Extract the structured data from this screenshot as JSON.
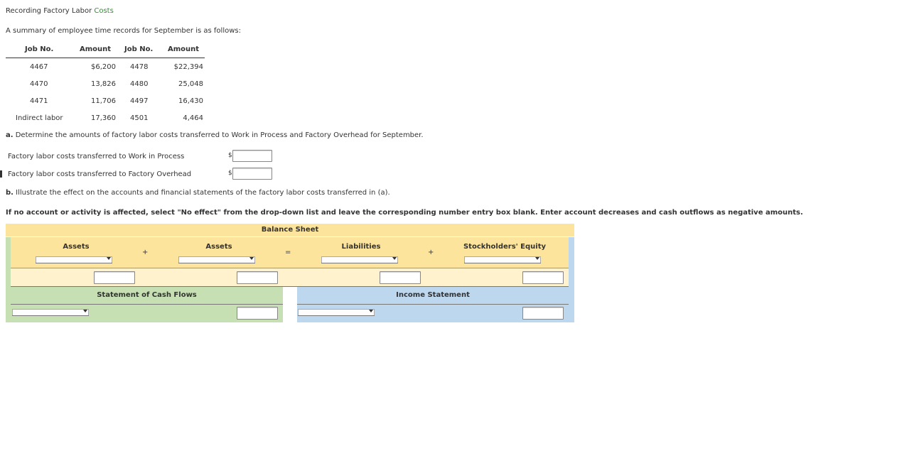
{
  "title": {
    "prefix": "Recording Factory Labor",
    "suffix": "Costs"
  },
  "intro": "A summary of employee time records for September is as follows:",
  "job_table": {
    "headers": [
      "Job No.",
      "Amount",
      "Job No.",
      "Amount"
    ],
    "rows": [
      {
        "job1": "4467",
        "amt1": "$6,200",
        "job2": "4478",
        "amt2": "$22,394"
      },
      {
        "job1": "4470",
        "amt1": "13,826",
        "job2": "4480",
        "amt2": "25,048"
      },
      {
        "job1": "4471",
        "amt1": "11,706",
        "job2": "4497",
        "amt2": "16,430"
      },
      {
        "job1": "Indirect labor",
        "amt1": "17,360",
        "job2": "4501",
        "amt2": "4,464"
      }
    ]
  },
  "part_a": {
    "label": "a.",
    "question": "Determine the amounts of factory labor costs transferred to Work in Process and Factory Overhead for September.",
    "fields": [
      {
        "label": "Factory labor costs transferred to Work in Process",
        "currency": "$",
        "value": ""
      },
      {
        "label": "Factory labor costs transferred to Factory Overhead",
        "currency": "$",
        "value": ""
      }
    ]
  },
  "part_b": {
    "label": "b.",
    "question": "Illustrate the effect on the accounts and financial statements of the factory labor costs transferred in (a)."
  },
  "instructions": "If no account or activity is affected, select \"No effect\" from the drop-down list and leave the corresponding number entry box blank. Enter account decreases and cash outflows as negative amounts.",
  "balance_sheet": {
    "title": "Balance Sheet",
    "columns": [
      "Assets",
      "Assets",
      "Liabilities",
      "Stockholders' Equity"
    ],
    "operators": [
      "+",
      "=",
      "+"
    ],
    "selected": [
      "",
      "",
      "",
      ""
    ],
    "values": [
      "",
      "",
      "",
      ""
    ]
  },
  "cash_flows": {
    "title": "Statement of Cash Flows",
    "selected": "",
    "value": ""
  },
  "income_statement": {
    "title": "Income Statement",
    "selected": "",
    "value": ""
  },
  "colors": {
    "balance_sheet": "#fde49d",
    "balance_sheet_row": "#fff2cc",
    "cash_flows": "#c6e0b4",
    "income_statement": "#bdd7ee",
    "title_accent": "#3a8a3a"
  }
}
